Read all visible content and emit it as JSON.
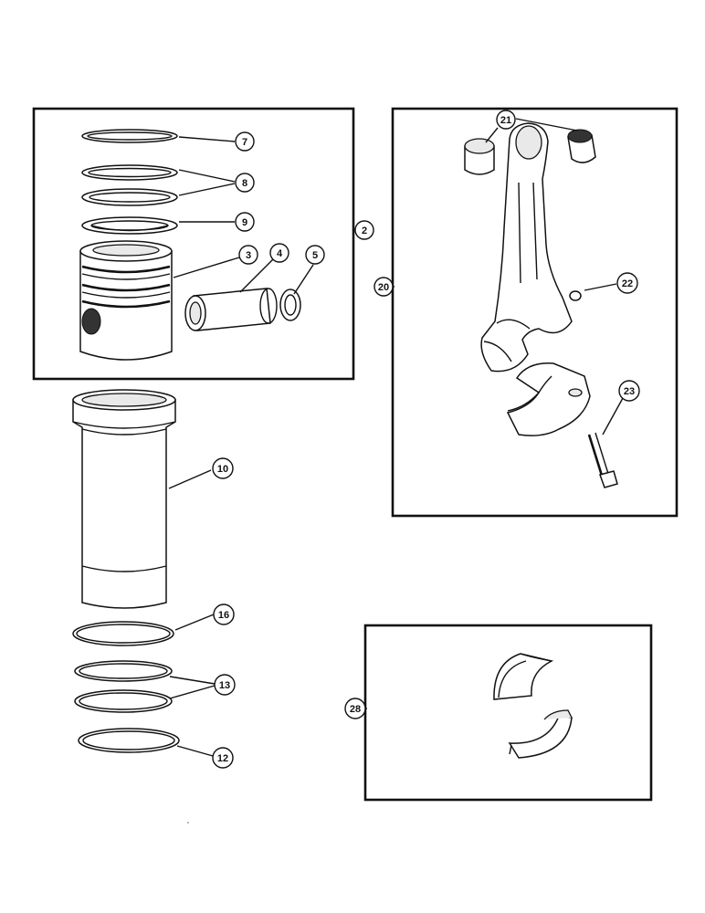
{
  "callouts": {
    "c7": "7",
    "c8": "8",
    "c9": "9",
    "c2": "2",
    "c3": "3",
    "c4": "4",
    "c5": "5",
    "c10": "10",
    "c16": "16",
    "c13": "13",
    "c12": "12",
    "c21": "21",
    "c20": "20",
    "c22": "22",
    "c23": "23",
    "c28": "28"
  },
  "palette": {
    "ink": "#111111",
    "paper": "#ffffff",
    "shade": "#e9e9e9"
  }
}
